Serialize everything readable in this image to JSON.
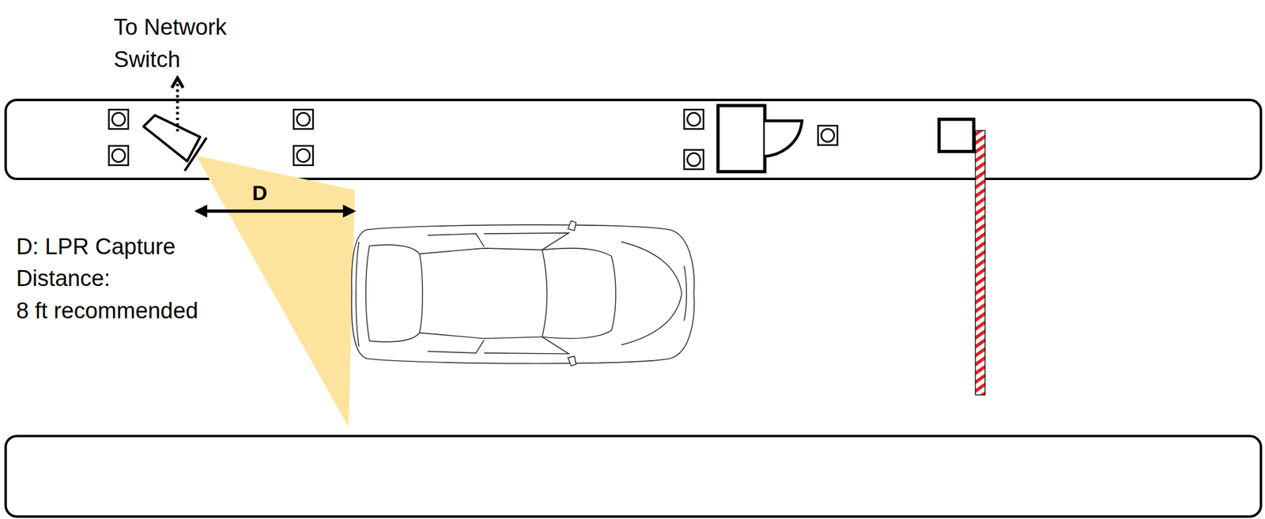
{
  "diagram": {
    "labels": [
      "To Network Switch",
      "D",
      "D: LPR Capture Distance: 8 ft recommended"
    ]
  }
}
